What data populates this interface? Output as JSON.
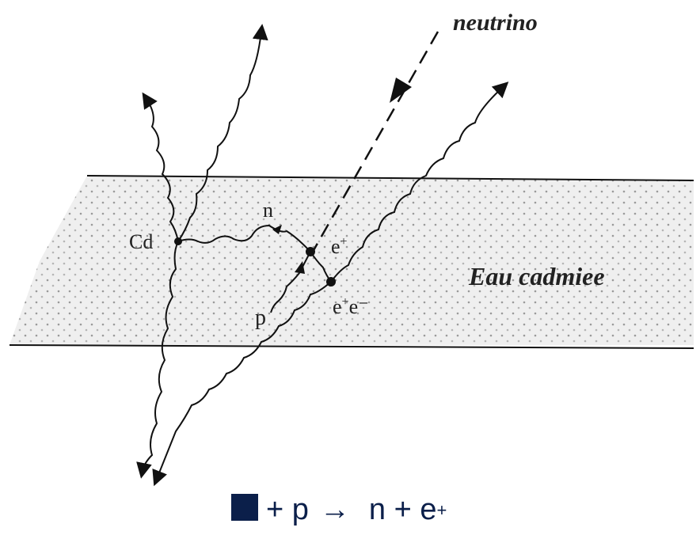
{
  "diagram": {
    "labels": {
      "neutrino": "neutrino",
      "medium": "Eau cadmiee",
      "cd": "Cd",
      "n": "n",
      "p": "p",
      "e_plus": "e",
      "e_plus_sup": "+",
      "e_pair": "e",
      "e_pair_sup": "+",
      "e_pair_tail": "e⁻"
    },
    "colors": {
      "neutrino_label": "#e00000",
      "band": "#d9d9d9",
      "lines": "#111111",
      "equation": "#0b1f4a"
    }
  },
  "equation": {
    "plus1": "+ p",
    "arrow": "→",
    "rhs": "n + e",
    "sup": "+"
  }
}
